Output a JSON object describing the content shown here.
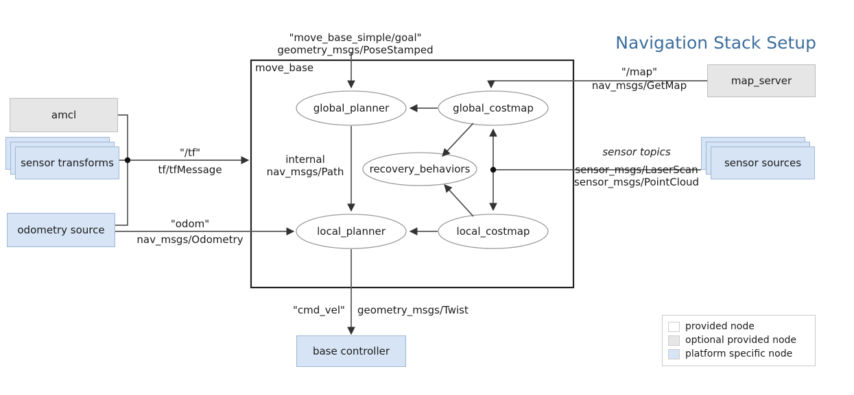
{
  "title": "Navigation Stack Setup",
  "container": {
    "label": "move_base"
  },
  "internal_nodes": [
    {
      "id": "global_planner",
      "label": "global_planner"
    },
    {
      "id": "global_costmap",
      "label": "global_costmap"
    },
    {
      "id": "recovery_behaviors",
      "label": "recovery_behaviors"
    },
    {
      "id": "local_planner",
      "label": "local_planner"
    },
    {
      "id": "local_costmap",
      "label": "local_costmap"
    }
  ],
  "external_nodes": {
    "amcl": "amcl",
    "sensor_transforms": "sensor transforms",
    "odometry_source": "odometry source",
    "map_server": "map_server",
    "sensor_sources": "sensor sources",
    "base_controller": "base controller"
  },
  "edge_labels": {
    "goal_topic": "\"move_base_simple/goal\"",
    "goal_type": "geometry_msgs/PoseStamped",
    "map_topic": "\"/map\"",
    "map_type": "nav_msgs/GetMap",
    "sensor_topics": "sensor topics",
    "sensor_type_laser": "sensor_msgs/LaserScan",
    "sensor_type_cloud": "sensor_msgs/PointCloud",
    "tf_topic": "\"/tf\"",
    "tf_type": "tf/tfMessage",
    "odom_topic": "\"odom\"",
    "odom_type": "nav_msgs/Odometry",
    "internal_word": "internal",
    "internal_type": "nav_msgs/Path",
    "cmd_vel_topic": "\"cmd_vel\"",
    "cmd_vel_type": "geometry_msgs/Twist"
  },
  "legend": {
    "items": [
      {
        "swatch": "white",
        "label": "provided node"
      },
      {
        "swatch": "gray",
        "label": "optional provided node"
      },
      {
        "swatch": "blue",
        "label": "platform specific node"
      }
    ]
  },
  "colors": {
    "title": "#3d6e9e",
    "optional_node": "#e6e6e6",
    "platform_node": "#d6e4f5",
    "provided_node": "#ffffff",
    "edge": "#555555",
    "container": "#222222"
  }
}
